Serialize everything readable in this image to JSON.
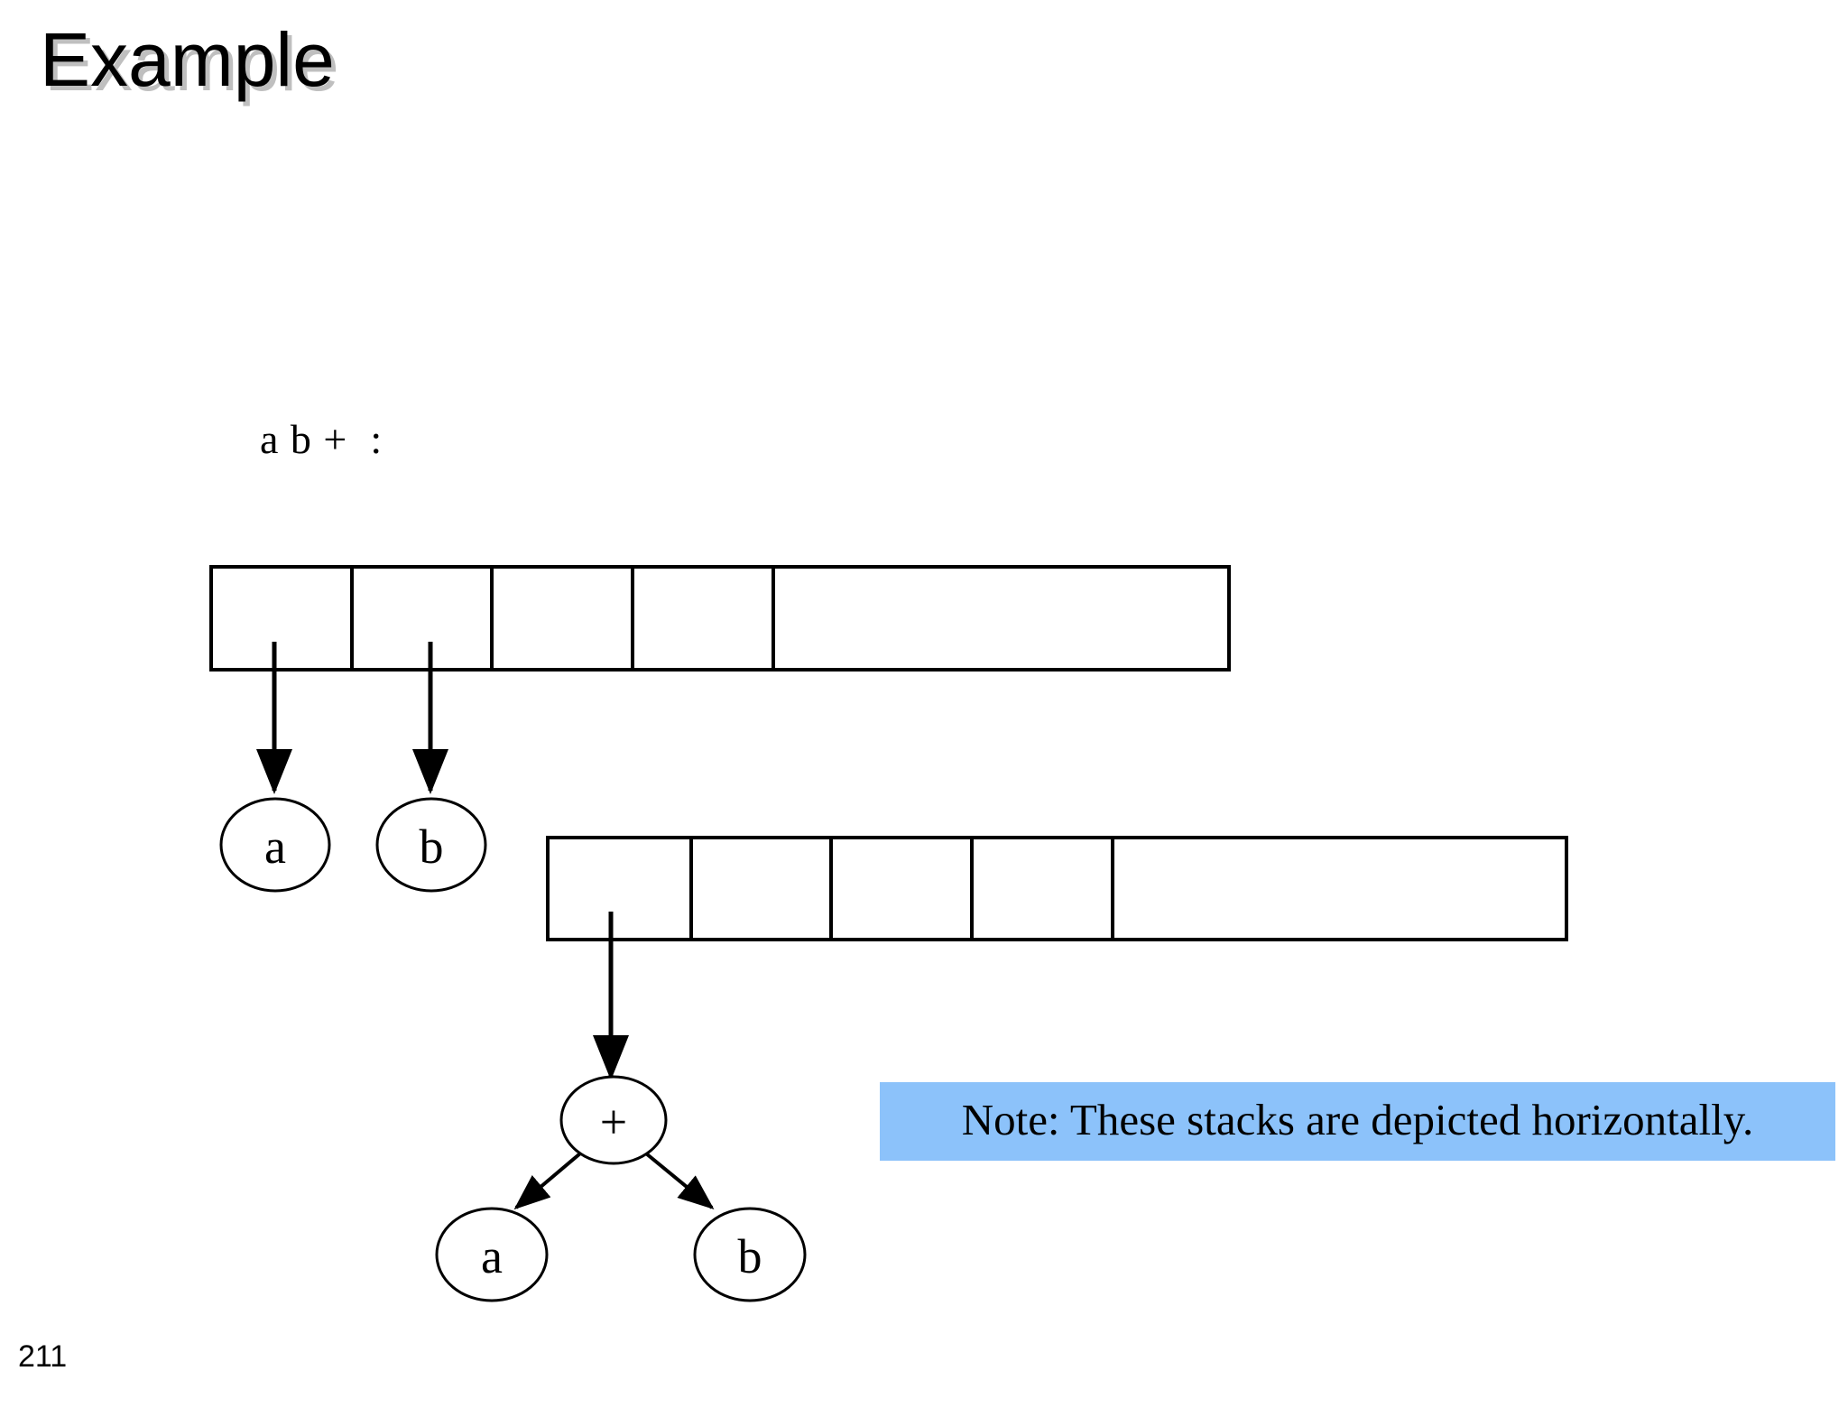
{
  "slide": {
    "title": "Example",
    "page_number": "211"
  },
  "expression": {
    "label": "a b +  :"
  },
  "note": {
    "text": "Note: These stacks are depicted horizontally.",
    "highlight_color": "#8cc2fa"
  },
  "stacks": [
    {
      "name": "operand-stack-top",
      "cells": [
        "",
        "",
        "",
        "",
        ""
      ],
      "pointers": [
        {
          "from_cell": 0,
          "to_node": "a"
        },
        {
          "from_cell": 1,
          "to_node": "b"
        }
      ]
    },
    {
      "name": "operand-stack-bottom",
      "cells": [
        "",
        "",
        "",
        "",
        ""
      ],
      "pointers": [
        {
          "from_cell": 0,
          "to_node": "+"
        }
      ]
    }
  ],
  "nodes": {
    "top_row": [
      {
        "id": "node-a-top",
        "label": "a"
      },
      {
        "id": "node-b-top",
        "label": "b"
      }
    ],
    "tree": {
      "root": {
        "id": "node-plus",
        "label": "+"
      },
      "children": [
        {
          "id": "node-a-child",
          "label": "a"
        },
        {
          "id": "node-b-child",
          "label": "b"
        }
      ]
    }
  },
  "colors": {
    "stroke": "#000000",
    "background": "#ffffff",
    "title_shadow": "#bfbfbf"
  }
}
